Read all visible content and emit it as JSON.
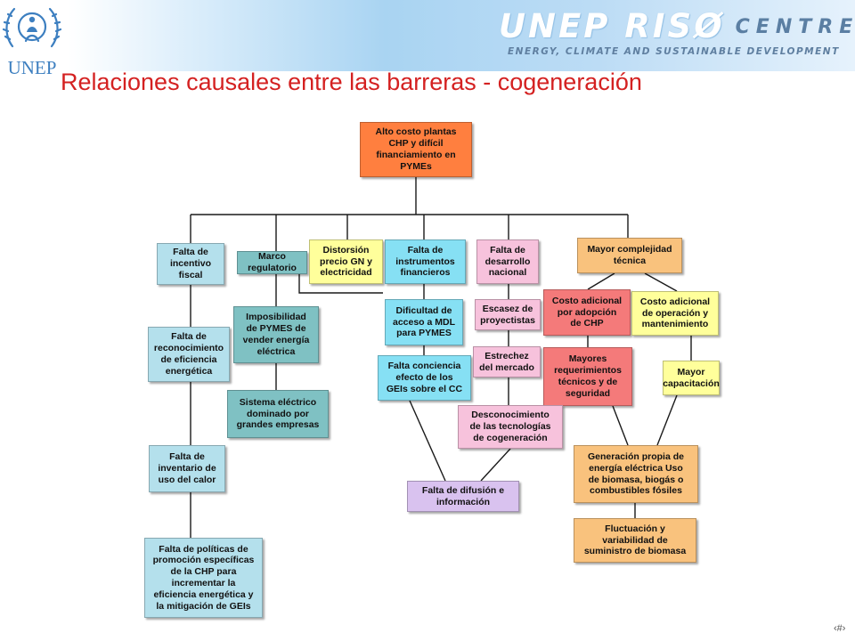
{
  "header": {
    "unep_logo_text": "UNEP",
    "riso_brand": "UNEP RISØ",
    "riso_centre": "CENTRE",
    "riso_tagline": "ENERGY, CLIMATE AND SUSTAINABLE DEVELOPMENT"
  },
  "title": "Relaciones causales entre las barreras - cogeneración",
  "slide_number": "‹#›",
  "colors": {
    "orange": "#ff7f3f",
    "light_orange": "#f9c27d",
    "light_blue": "#b4e0ec",
    "teal": "#7fc1c3",
    "yellow": "#ffff9b",
    "cyan": "#86e0f4",
    "pink": "#f7c2dc",
    "red": "#f47a7a",
    "lavender": "#d9c2ef",
    "title_red": "#d42121"
  },
  "diagram": {
    "nodes": [
      {
        "id": "alto-costo",
        "text": "Alto costo plantas\nCHP y difícil\nfinanciamiento en\nPYMEs",
        "color": "orange"
      },
      {
        "id": "incentivo-fiscal",
        "text": "Falta de\nincentivo\nfiscal",
        "color": "light_blue"
      },
      {
        "id": "marco-regulatorio",
        "text": "Marco\nregulatorio",
        "color": "teal"
      },
      {
        "id": "distorsion-precio",
        "text": "Distorsión\nprecio GN y\nelectricidad",
        "color": "yellow"
      },
      {
        "id": "instrumentos-financieros",
        "text": "Falta de\ninstrumentos\nfinancieros",
        "color": "cyan"
      },
      {
        "id": "desarrollo-nacional",
        "text": "Falta de\ndesarrollo\nnacional",
        "color": "pink"
      },
      {
        "id": "complejidad-tecnica",
        "text": "Mayor complejidad\ntécnica",
        "color": "light_orange"
      },
      {
        "id": "reconocimiento-eficiencia",
        "text": "Falta de\nreconocimiento\nde eficiencia\nenergética",
        "color": "light_blue"
      },
      {
        "id": "imposibilidad-pymes",
        "text": "Imposibilidad\nde PYMES de\nvender energía\neléctrica",
        "color": "teal"
      },
      {
        "id": "dificultad-mdl",
        "text": "Dificultad de\nacceso a MDL\npara PYMES",
        "color": "cyan"
      },
      {
        "id": "escasez-proyectistas",
        "text": "Escasez de\nproyectistas",
        "color": "pink"
      },
      {
        "id": "costo-adopcion",
        "text": "Costo adicional\npor adopción\nde CHP",
        "color": "red"
      },
      {
        "id": "costo-operacion",
        "text": "Costo adicional\nde operación y\nmantenimiento",
        "color": "yellow"
      },
      {
        "id": "sistema-electrico",
        "text": "Sistema eléctrico\ndominado por\ngrandes empresas",
        "color": "teal"
      },
      {
        "id": "conciencia-geis",
        "text": "Falta conciencia\nefecto de los\nGEIs sobre el CC",
        "color": "cyan"
      },
      {
        "id": "estrechez-mercado",
        "text": "Estrechez\ndel mercado",
        "color": "pink"
      },
      {
        "id": "requerimientos-tecnicos",
        "text": "Mayores\nrequerimientos\ntécnicos y de\nseguridad",
        "color": "red"
      },
      {
        "id": "mayor-capacitacion",
        "text": "Mayor\ncapacitación",
        "color": "yellow"
      },
      {
        "id": "desconocimiento-tecnologias",
        "text": "Desconocimiento\nde las tecnologías\nde cogeneración",
        "color": "pink"
      },
      {
        "id": "inventario-calor",
        "text": "Falta de\ninventario de\nuso del calor",
        "color": "light_blue"
      },
      {
        "id": "generacion-propia",
        "text": "Generación propia de\nenergía eléctrica Uso\nde biomasa,    biogás o\ncombustibles fósiles",
        "color": "light_orange"
      },
      {
        "id": "difusion-informacion",
        "text": "Falta de difusión e\ninformación",
        "color": "lavender"
      },
      {
        "id": "fluctuacion-biomasa",
        "text": "Fluctuación  y\nvariabilidad de\nsuministro de biomasa",
        "color": "light_orange"
      },
      {
        "id": "politicas-promocion",
        "text": "Falta de políticas de\npromoción específicas\nde la CHP para\nincrementar la\neficiencia energética y\nla mitigación de GEIs",
        "color": "light_blue"
      }
    ]
  }
}
